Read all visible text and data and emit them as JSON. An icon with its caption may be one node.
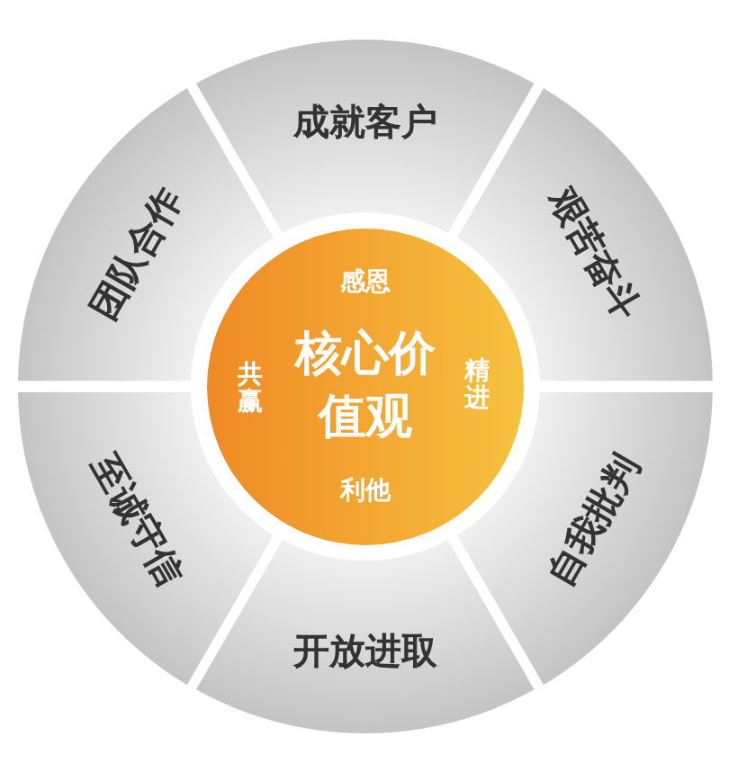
{
  "diagram": {
    "nodes": [
      {
        "text": [
          "感恩",
          "共赢",
          "核心价值观",
          "精进",
          "利他"
        ]
      },
      {
        "text": [
          "成就客户"
        ]
      },
      {
        "text": [
          "艰苦奋斗"
        ]
      },
      {
        "text": [
          "自我批判"
        ]
      },
      {
        "text": [
          "开放进取"
        ]
      },
      {
        "text": [
          "至诚守信"
        ]
      },
      {
        "text": [
          "团队合作"
        ]
      }
    ]
  }
}
